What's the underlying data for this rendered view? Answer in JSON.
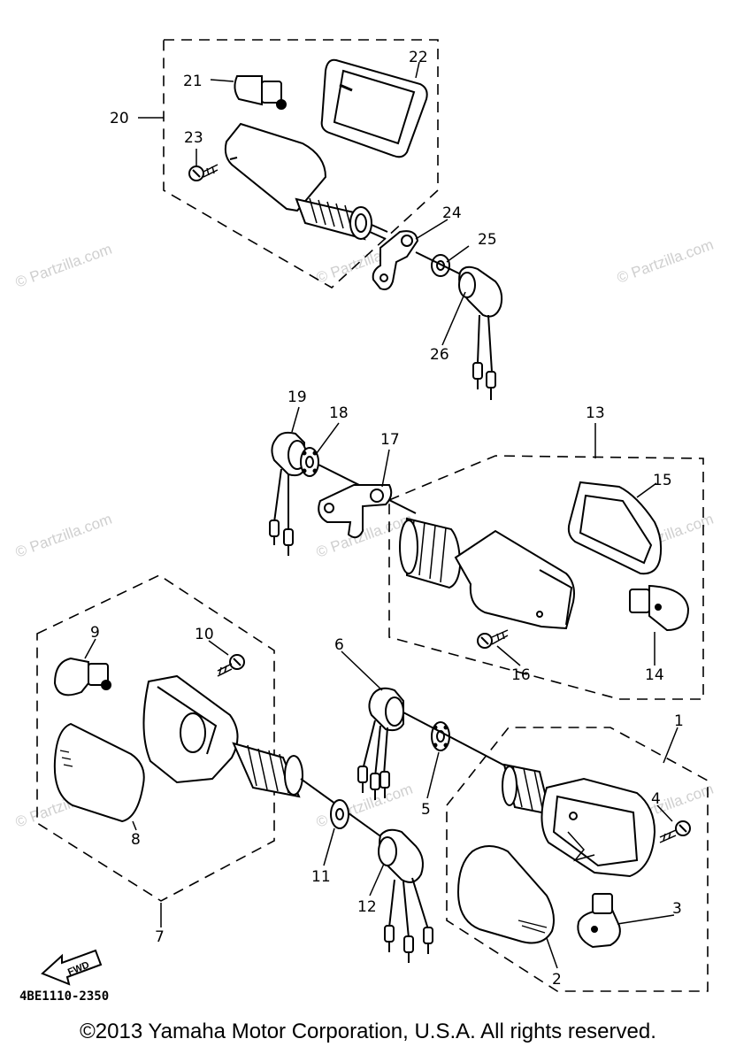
{
  "watermark": "© Partzilla.com",
  "diagram_code": "4BE1110-2350",
  "direction_label": "FWD",
  "copyright": "©2013  Yamaha Motor Corporation, U.S.A. All rights reserved.",
  "callouts": [
    "1",
    "2",
    "3",
    "4",
    "5",
    "6",
    "7",
    "8",
    "9",
    "10",
    "11",
    "12",
    "13",
    "14",
    "15",
    "16",
    "17",
    "18",
    "19",
    "20",
    "21",
    "22",
    "23",
    "24",
    "25",
    "26"
  ]
}
